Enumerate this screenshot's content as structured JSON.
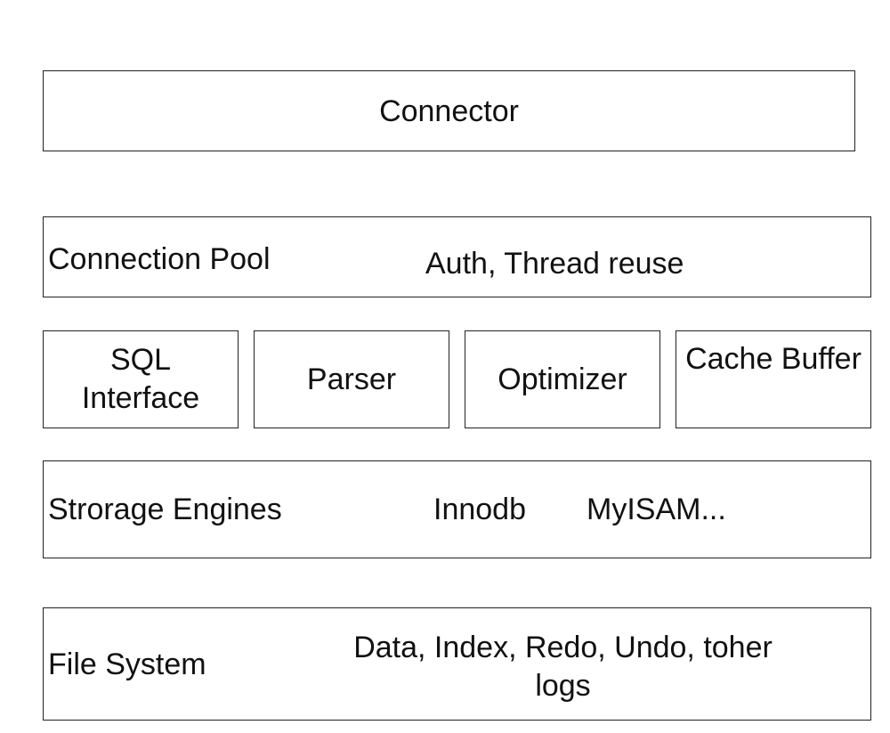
{
  "layers": {
    "connector": {
      "label": "Connector"
    },
    "connection_pool": {
      "label": "Connection Pool",
      "detail": "Auth, Thread reuse"
    },
    "sql_layer": {
      "sql_interface_line1": "SQL",
      "sql_interface_line2": "Interface",
      "parser": "Parser",
      "optimizer": "Optimizer",
      "cache_buffer": "Cache Buffer"
    },
    "storage_engines": {
      "label": "Strorage Engines",
      "engine_1": "Innodb",
      "engine_2": "MyISAM..."
    },
    "file_system": {
      "label": "File System",
      "detail_line1": "Data, Index, Redo, Undo, toher",
      "detail_line2": "logs"
    }
  }
}
